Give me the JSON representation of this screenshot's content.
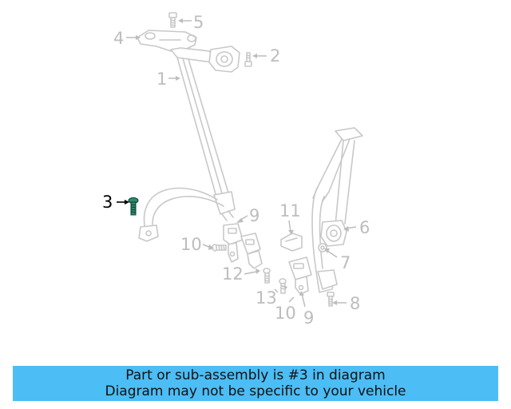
{
  "diagram": {
    "highlighted_part": "3",
    "callouts": {
      "c1": "1",
      "c2": "2",
      "c3": "3",
      "c4": "4",
      "c5": "5",
      "c6": "6",
      "c7": "7",
      "c8": "8",
      "c9a": "9",
      "c9b": "9",
      "c10a": "10",
      "c10b": "10",
      "c11": "11",
      "c12": "12",
      "c13": "13"
    },
    "colors": {
      "line_art": "#c8c8c8",
      "highlight_part": "#2e8b6e",
      "banner": "#4cbdf5"
    }
  },
  "banner": {
    "line1": "Part or sub-assembly is #3 in diagram",
    "line2": "Diagram may not be specific to your vehicle"
  }
}
